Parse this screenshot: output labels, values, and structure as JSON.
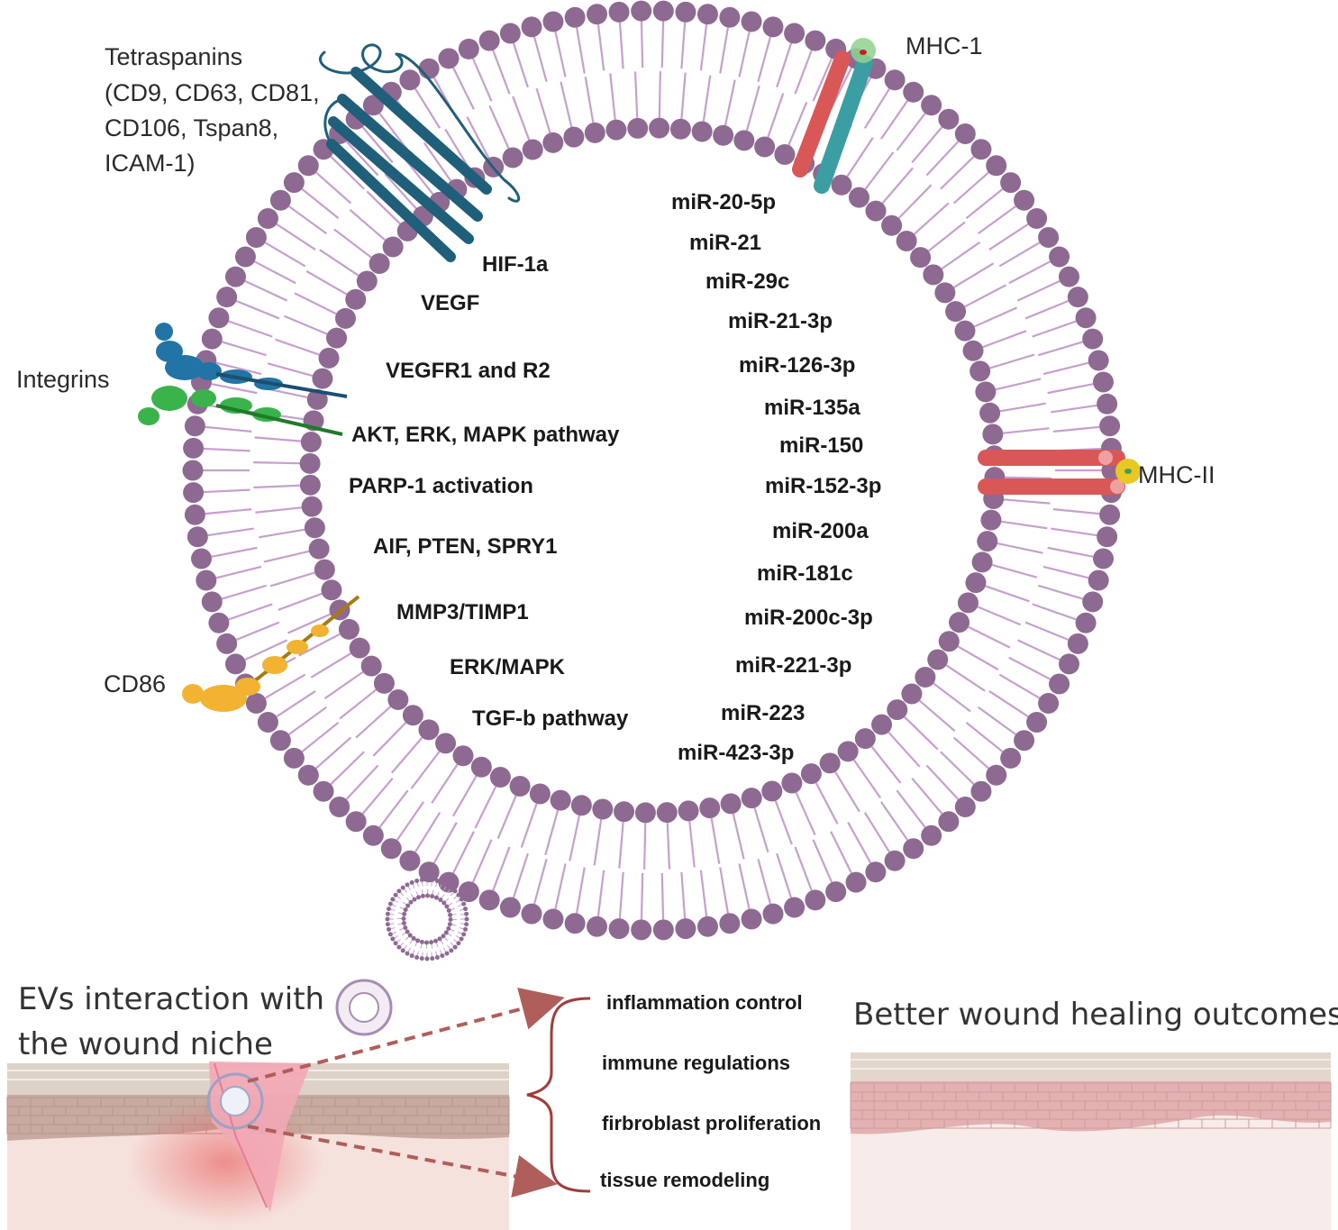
{
  "membrane_labels": {
    "tetraspanins": [
      "Tetraspanins",
      "(CD9, CD63, CD81,",
      "CD106, Tspan8,",
      "ICAM-1)"
    ],
    "integrins": "Integrins",
    "cd86": "CD86",
    "mhc1": "MHC-1",
    "mhc2": "MHC-II"
  },
  "proteins_cargo": [
    "HIF-1a",
    "VEGF",
    "VEGFR1 and R2",
    "AKT, ERK, MAPK pathway",
    "PARP-1 activation",
    "AIF, PTEN, SPRY1",
    "MMP3/TIMP1",
    "ERK/MAPK",
    "TGF-b pathway"
  ],
  "mirna_cargo": [
    "miR-20-5p",
    "miR-21",
    "miR-29c",
    "miR-21-3p",
    "miR-126-3p",
    "miR-135a",
    "miR-150",
    "miR-152-3p",
    "miR-200a",
    "miR-181c",
    "miR-200c-3p",
    "miR-221-3p",
    "miR-223",
    "miR-423-3p"
  ],
  "wound_panel": {
    "title_line1": "EVs interaction with",
    "title_line2": "the wound niche"
  },
  "outcomes": [
    "inflammation control",
    "immune regulations",
    "firbroblast proliferation",
    "tissue remodeling"
  ],
  "healed_panel": {
    "title": "Better wound healing outcomes"
  },
  "colors": {
    "lipid_head": "#8e6a93",
    "lipid_tail": "#c79fcf",
    "tetraspanin": "#1f5f7a",
    "integrin_alpha": "#2273a6",
    "integrin_beta": "#39b34a",
    "cd86": "#f2b232",
    "mhc_red": "#d95757",
    "mhc_teal": "#3a9ea3",
    "dashed_arrow": "#b05e5b",
    "brace": "#a33b3b"
  }
}
